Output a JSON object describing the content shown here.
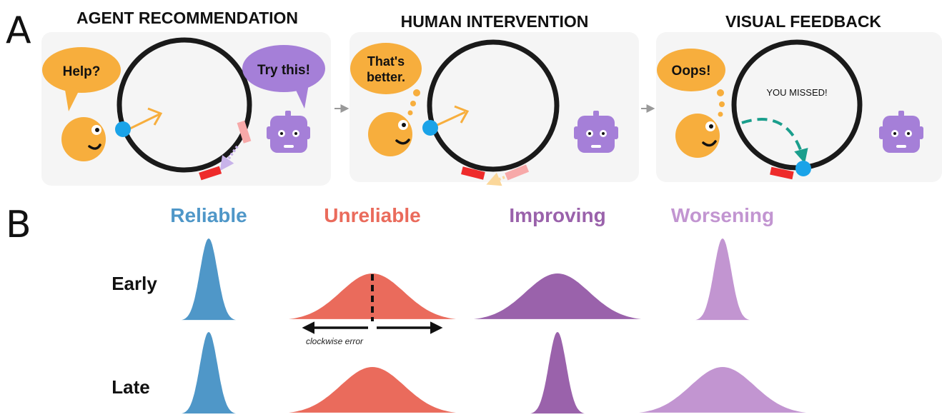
{
  "panel_a": {
    "letter": "A",
    "titles": [
      "AGENT RECOMMENDATION",
      "HUMAN INTERVENTION",
      "VISUAL FEEDBACK"
    ],
    "scene1": {
      "human_speech": "Help?",
      "robot_speech": "Try this!"
    },
    "scene2": {
      "human_speech_line1": "That's",
      "human_speech_line2": "better."
    },
    "scene3": {
      "human_speech": "Oops!",
      "feedback_text": "YOU MISSED!"
    },
    "colors": {
      "human": "#f7ae3d",
      "robot": "#a57fd8",
      "cursor": "#1aa3e8",
      "target": "#ee2b2b",
      "suggestion": "#f7a9a9",
      "path": "#1a9e8c",
      "panel_bg": "#f5f5f5"
    }
  },
  "panel_b": {
    "letter": "B",
    "columns": [
      {
        "label": "Reliable",
        "color": "#4f97c8"
      },
      {
        "label": "Unreliable",
        "color": "#ea6b5c"
      },
      {
        "label": "Improving",
        "color": "#9a62ab"
      },
      {
        "label": "Worsening",
        "color": "#c295d1"
      }
    ],
    "rows": [
      "Early",
      "Late"
    ],
    "axis_annotation": "clockwise error",
    "spread": {
      "early": [
        "narrow",
        "wide",
        "wide",
        "narrow"
      ],
      "late": [
        "narrow",
        "wide",
        "narrow",
        "wide"
      ]
    }
  }
}
